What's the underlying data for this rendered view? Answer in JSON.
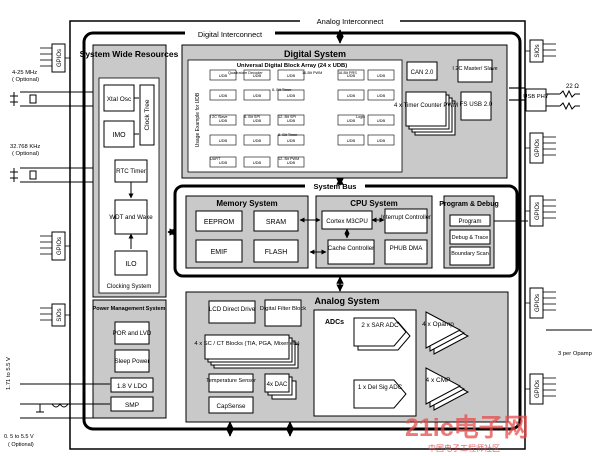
{
  "frame": {
    "analog_interconnect": "Analog Interconnect",
    "digital_interconnect": "Digital Interconnect",
    "system_bus": "System Bus"
  },
  "left_labels": {
    "xtal_range": "4-25 MHz",
    "xtal_optional": "( Optional)",
    "rtc_xtal": "32.768 KHz",
    "rtc_optional": "( Optional)",
    "supply_range": "1.71 to 5.5 V",
    "io_range": "0. 5 to 5.5 V",
    "io_optional": "( Optional)"
  },
  "gpio_labels": {
    "gpios": "GPIOs",
    "sios": "SIOs",
    "usb_phy": "USB PHY"
  },
  "right_labels": {
    "resistor": "22 Ω",
    "opamp_count": "3 per Opamp"
  },
  "system_wide": {
    "title": "System Wide Resources",
    "xtal_osc": "Xtal Osc",
    "clock_tree": "Clock Tree",
    "imo": "IMO",
    "rtc_timer": "RTC Timer",
    "wdt_wake": "WDT and Wake",
    "ilo": "ILO",
    "clocking_system": "Clocking System"
  },
  "power_mgmt": {
    "title": "Power Management System",
    "por_lvd": "POR and LVD",
    "sleep_power": "Sleep Power",
    "ldo": "1.8 V LDO",
    "smp": "SMP"
  },
  "digital_system": {
    "title": "Digital System",
    "udb_array": "Universal Digital Block Array (24 x UDB)",
    "usage_example": "Usage Example for UDB",
    "udb": "UDB",
    "quadrature": "Quadrature Decoder",
    "bit16_prs": "16-Bit PRS",
    "bit16_pwm": "16-Bit PWM",
    "bit8_timer": "8- Bit Timer",
    "i2c_slave": "I 2C Slave",
    "bit8_spi": "8- Bit SPI",
    "bit12_spi": "12- Bit SPI",
    "logic": "Logic",
    "bit8_timer2": "8- Bit Timer",
    "uart": "UART",
    "bit12_pwm": "12- Bit PWM",
    "can": "CAN 2.0",
    "i2c_master": "I 2C Master/ Slave",
    "timer_block": "4 x Timer Counter PWM",
    "fs_usb": "FS USB 2.0"
  },
  "memory": {
    "title": "Memory System",
    "eeprom": "EEPROM",
    "sram": "SRAM",
    "emif": "EMIF",
    "flash": "FLASH"
  },
  "cpu": {
    "title": "CPU System",
    "cortex": "Cortex M3CPU",
    "interrupt": "Interrupt Controller",
    "cache": "Cache Controller",
    "phub": "PHUB DMA"
  },
  "program_debug": {
    "title": "Program & Debug",
    "program": "Program",
    "debug_trace": "Debug & Trace",
    "boundary_scan": "Boundary Scan"
  },
  "analog_system": {
    "title": "Analog System",
    "lcd": "LCD Direct Drive",
    "digital_filter": "Digital Filter Block",
    "sc_ct": "4 x SC / CT Blocks (TIA, PGA, Mixer etc)",
    "temp_sensor": "Temperature Sensor",
    "dac": "4x DAC",
    "capsense": "CapSense",
    "adcs": "ADCs",
    "sar_adc": "2 x SAR ADC",
    "delsig_adc": "1 x Del Sig ADC",
    "opamp": "4 x Opamp",
    "cmp": "4 x CMP"
  },
  "watermark": {
    "brand": "21ic电子网",
    "tagline": "中国电子工程师社区"
  }
}
